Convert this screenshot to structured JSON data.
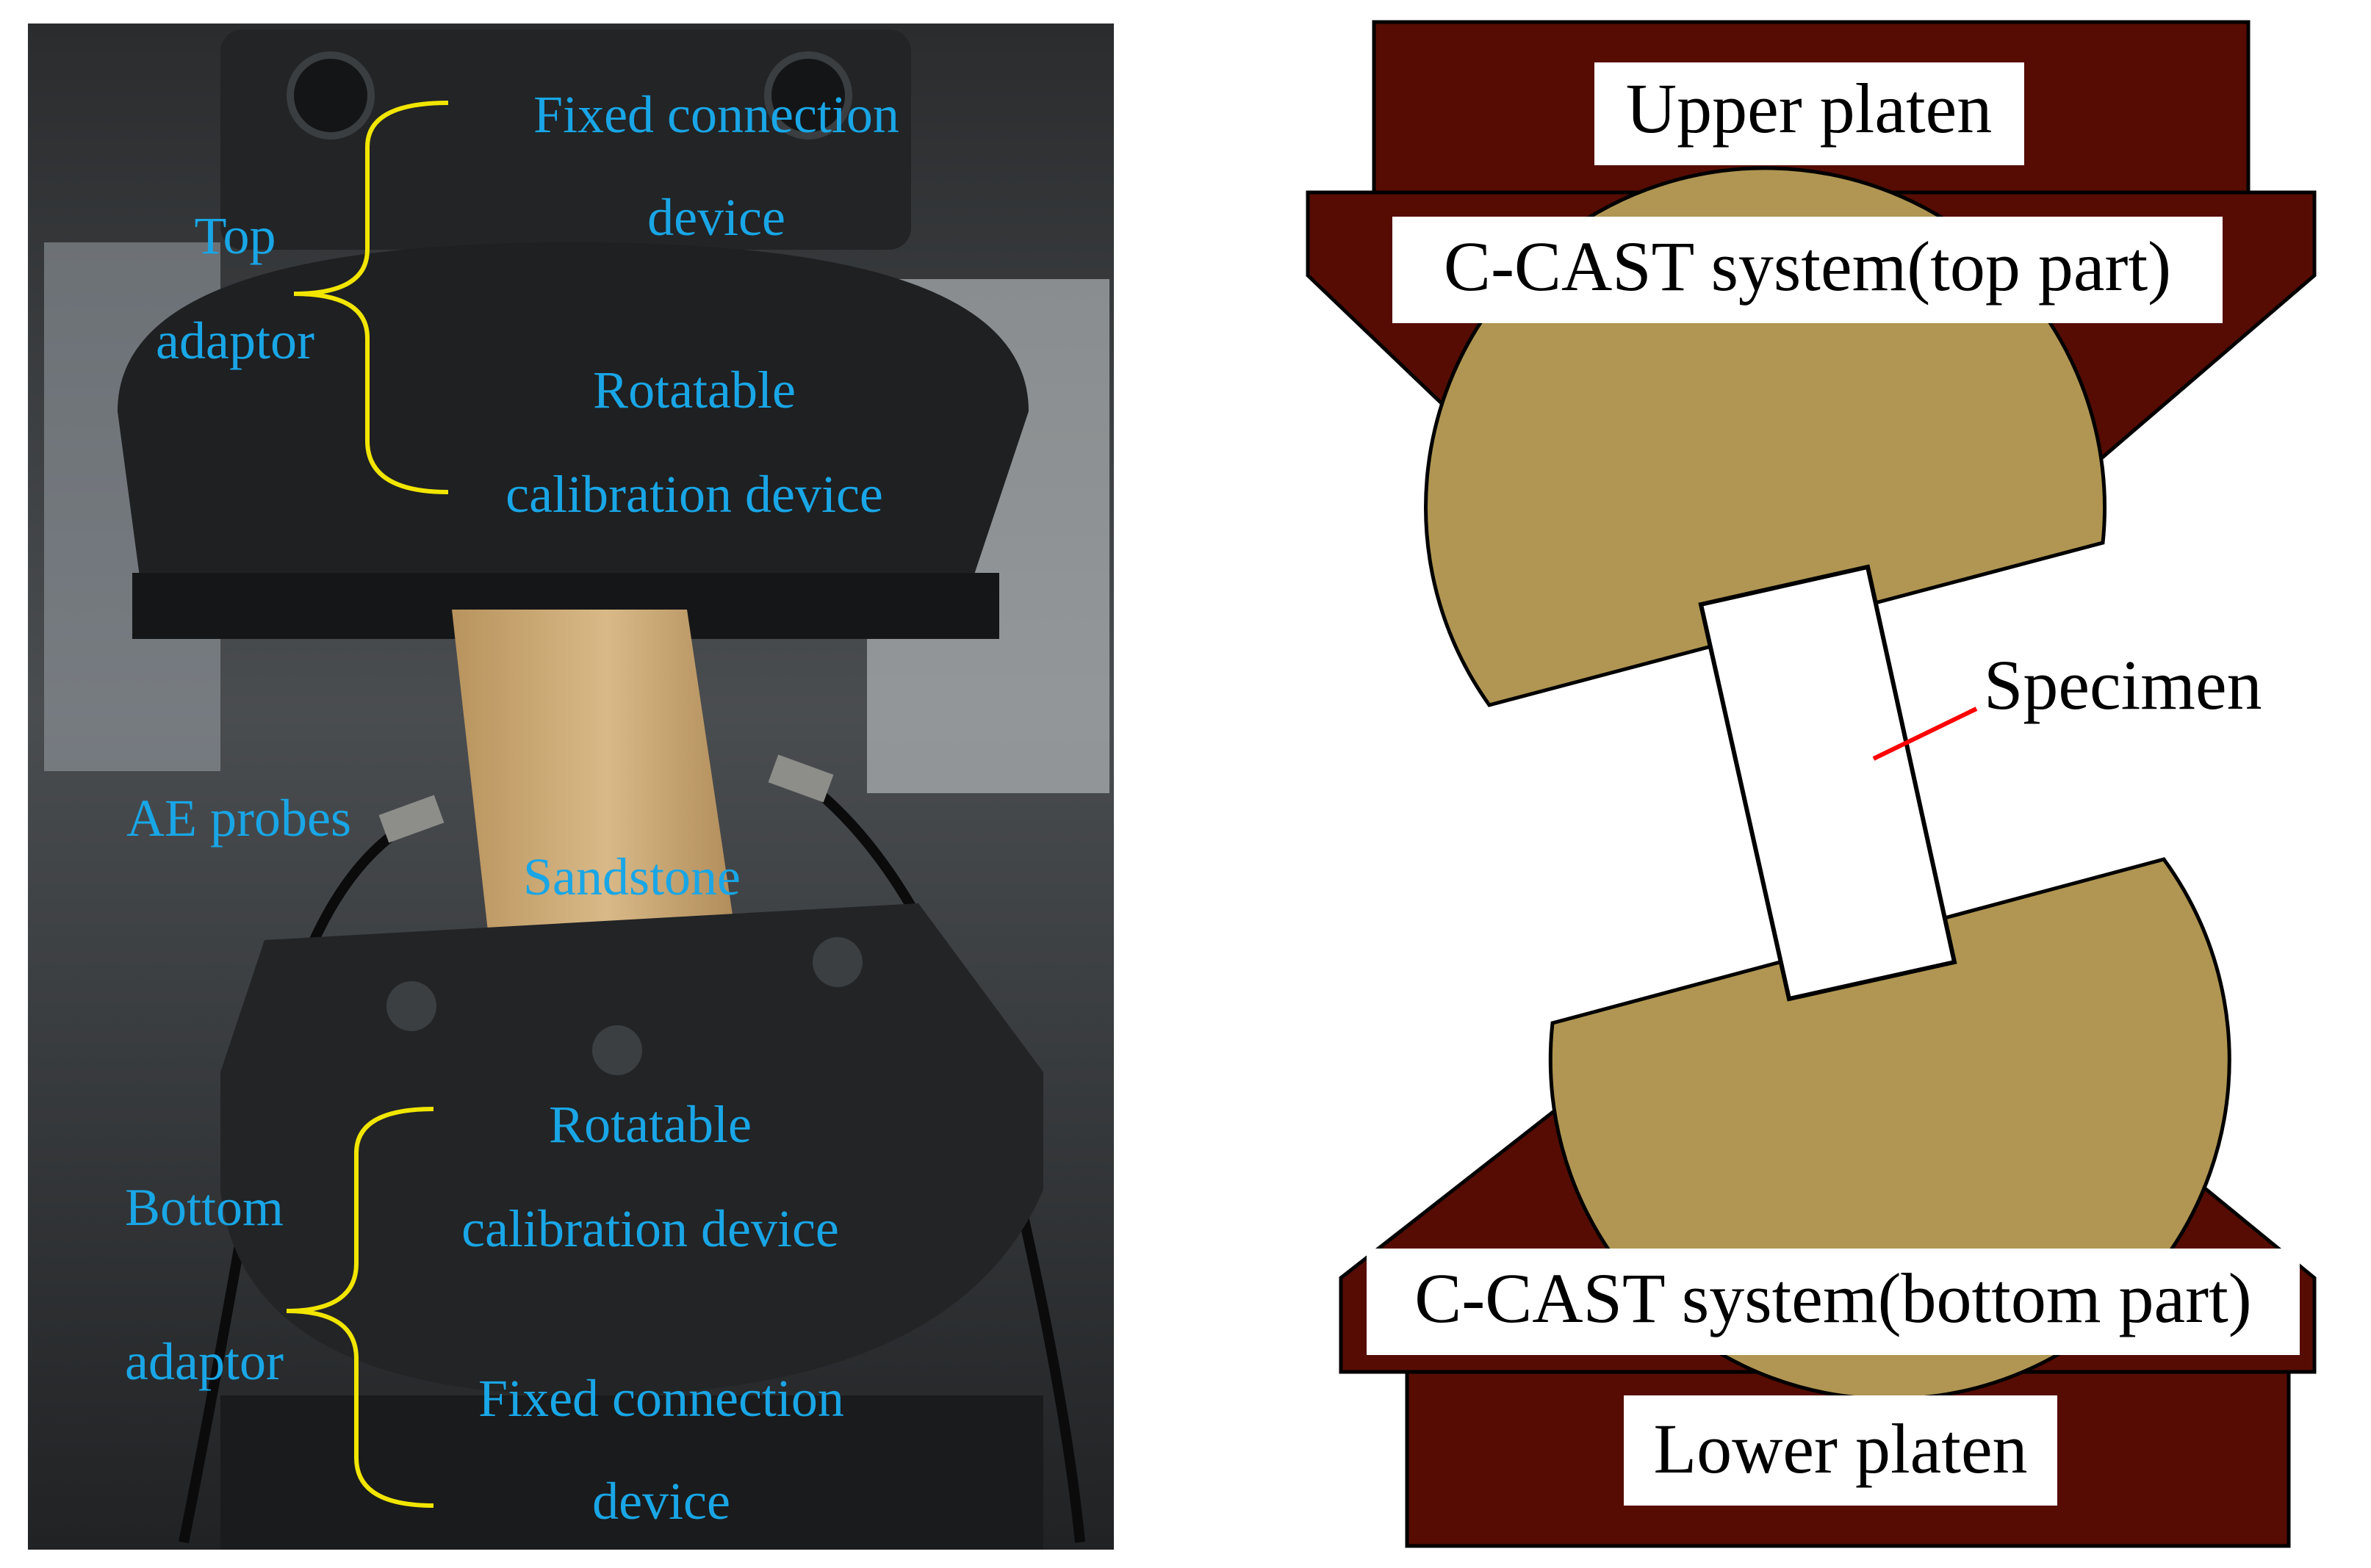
{
  "photo": {
    "labels": {
      "top_fixed_line1": "Fixed connection",
      "top_fixed_line2": "device",
      "top_adaptor_line1": "Top",
      "top_adaptor_line2": "adaptor",
      "top_rotatable_line1": "Rotatable",
      "top_rotatable_line2": "calibration device",
      "ae_probes": "AE probes",
      "sandstone": "Sandstone",
      "bottom_rotatable_line1": "Rotatable",
      "bottom_rotatable_line2": "calibration device",
      "bottom_adaptor_line1": "Bottom",
      "bottom_adaptor_line2": "adaptor",
      "bottom_fixed_line1": "Fixed connection",
      "bottom_fixed_line2": "device"
    },
    "colors": {
      "label": "#19a6e6",
      "brace": "#f2e600",
      "background": "#1b1d1f",
      "sandstone": "#c9a877"
    }
  },
  "diagram": {
    "labels": {
      "upper_platen": "Upper platen",
      "ccast_top": "C-CAST system(top part)",
      "specimen": "Specimen",
      "ccast_bottom": "C-CAST system(bottom part)",
      "lower_platen": "Lower platen"
    },
    "colors": {
      "platen": "#560c02",
      "half_disc": "#b09652",
      "outline": "#000000",
      "specimen_marker": "#ff0000"
    }
  }
}
